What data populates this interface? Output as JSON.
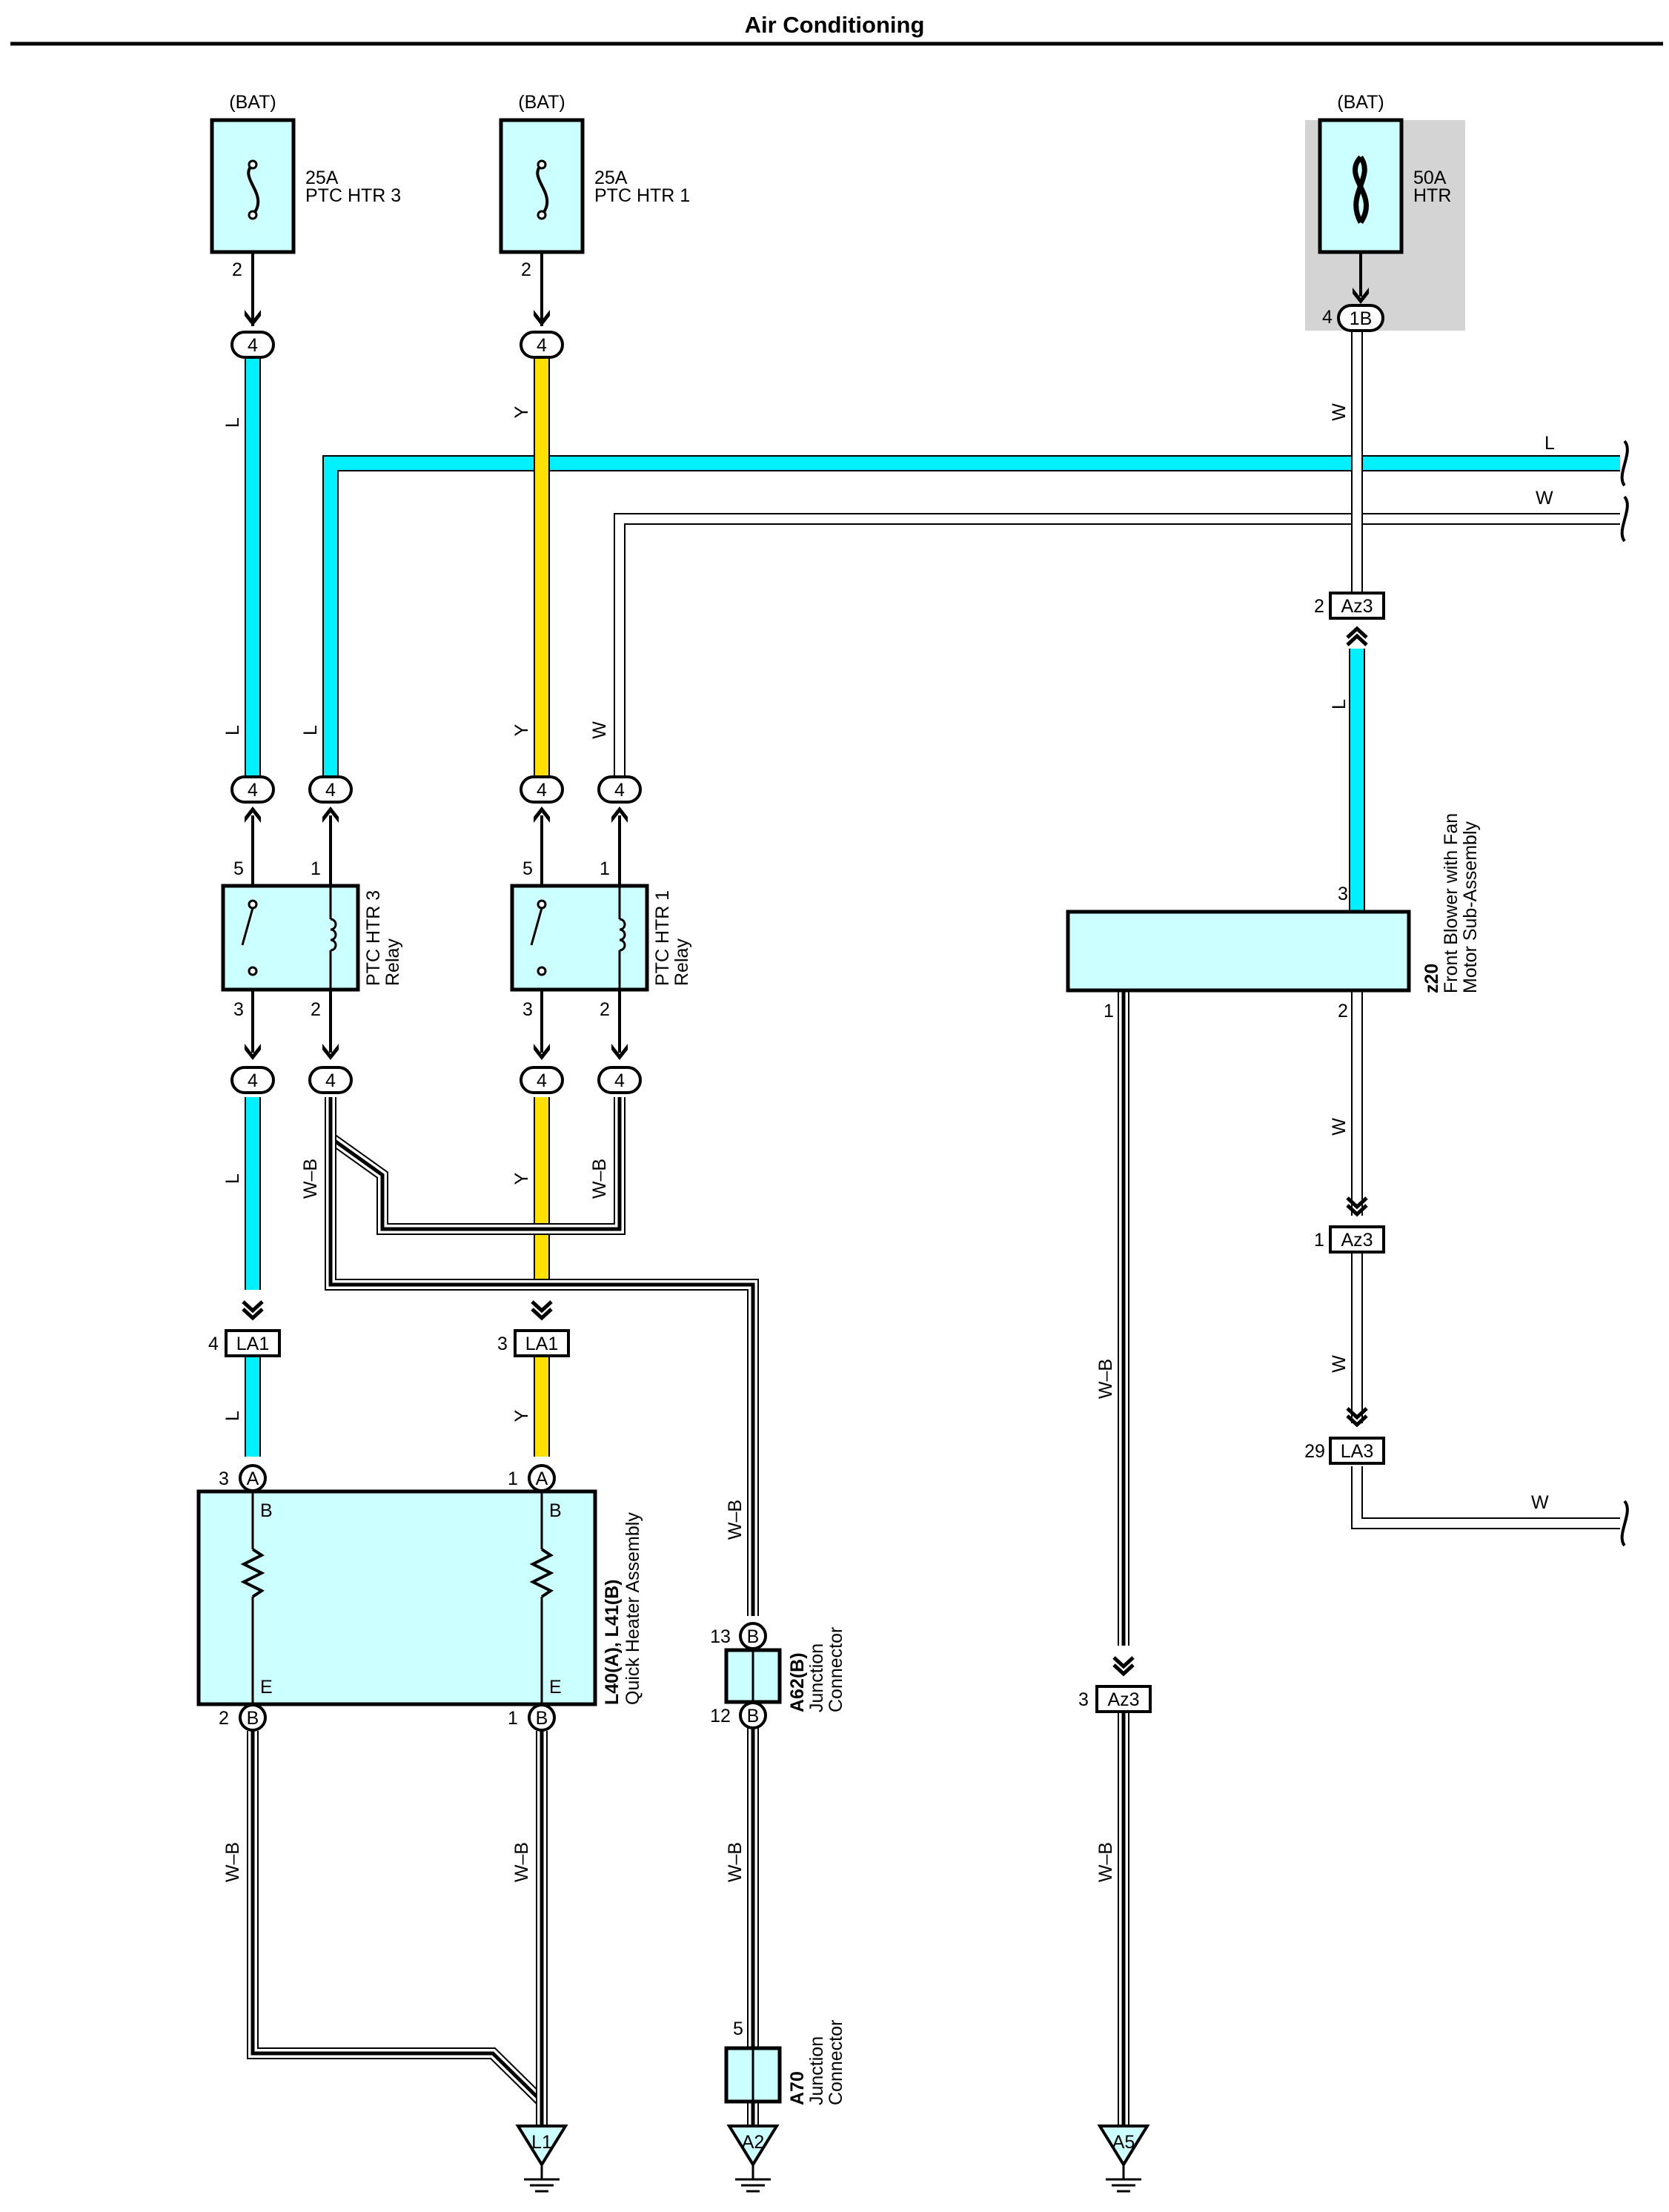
{
  "title": "Air Conditioning",
  "colors": {
    "L": "#00f0ff",
    "Y": "#ffe000",
    "W": "#ffffff",
    "W-B": "#000000",
    "component_fill": "#ccffff",
    "shade": "#d4d4d4"
  },
  "fuses": [
    {
      "source": "(BAT)",
      "rating": "25A",
      "name": "PTC HTR 3",
      "pin": "2",
      "connector": "4"
    },
    {
      "source": "(BAT)",
      "rating": "25A",
      "name": "PTC HTR 1",
      "pin": "2",
      "connector": "4"
    },
    {
      "source": "(BAT)",
      "rating": "50A",
      "name": "HTR",
      "pin": "4",
      "connector": "1B"
    }
  ],
  "relays": [
    {
      "name": "PTC HTR 3",
      "sub": "Relay",
      "pins": {
        "top_left": "5",
        "top_right": "1",
        "bottom_left": "3",
        "bottom_right": "2"
      },
      "connector": "4"
    },
    {
      "name": "PTC HTR 1",
      "sub": "Relay",
      "pins": {
        "top_left": "5",
        "top_right": "1",
        "bottom_left": "3",
        "bottom_right": "2"
      },
      "connector": "4"
    }
  ],
  "blower": {
    "code": "z20",
    "name_line1": "Front Blower with Fan",
    "name_line2": "Motor Sub-Assembly",
    "pins": {
      "top": "3",
      "left": "1",
      "right": "2"
    }
  },
  "heater": {
    "code": "L40(A), L41(B)",
    "name": "Quick Heater Assembly",
    "pins": {
      "a_left": "3",
      "a_right": "1",
      "b_left": "2",
      "b_right": "1"
    },
    "conn_a": "A",
    "conn_b": "B",
    "inner_top": "B",
    "inner_bottom": "E"
  },
  "junction_a62": {
    "code": "A62(B)",
    "line1": "Junction",
    "line2": "Connector",
    "pin_top": "13",
    "pin_bottom": "12",
    "conn": "B"
  },
  "junction_a70": {
    "code": "A70",
    "line1": "Junction",
    "line2": "Connector",
    "pin": "5"
  },
  "connectors": {
    "la1_left": {
      "pin": "4",
      "label": "LA1"
    },
    "la1_right": {
      "pin": "3",
      "label": "LA1"
    },
    "az3_top": {
      "pin": "2",
      "label": "Az3"
    },
    "az3_mid": {
      "pin": "1",
      "label": "Az3"
    },
    "az3_low": {
      "pin": "3",
      "label": "Az3"
    },
    "la3": {
      "pin": "29",
      "label": "LA3"
    }
  },
  "grounds": [
    "L1",
    "A2",
    "A5"
  ],
  "wire_labels": {
    "L": "L",
    "Y": "Y",
    "W": "W",
    "WB": "W–B"
  }
}
